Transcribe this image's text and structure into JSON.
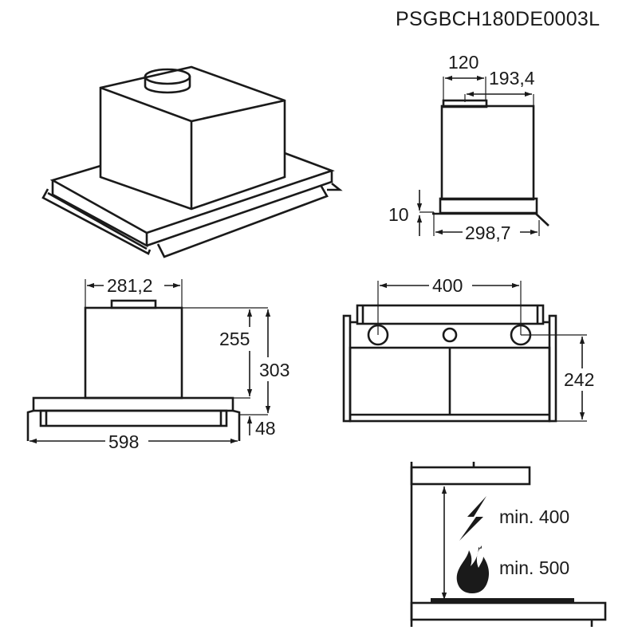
{
  "header": {
    "model_code": "PSGBCH180DE0003L"
  },
  "views": {
    "isometric": {
      "label": "isometric-view"
    },
    "side": {
      "dims": {
        "outlet_width": "120",
        "outlet_offset": "193,4",
        "lip": "10",
        "depth": "298,7"
      }
    },
    "front": {
      "dims": {
        "body_width": "281,2",
        "body_height": "255",
        "total_height": "303",
        "panel_height": "48",
        "total_width": "598"
      }
    },
    "top": {
      "dims": {
        "bracket_spacing": "400",
        "depth": "242"
      }
    },
    "clearance": {
      "electric": "min. 400",
      "gas": "min. 500",
      "electric_icon": "lightning-icon",
      "gas_icon": "flame-icon"
    }
  },
  "colors": {
    "line": "#1a1a1a",
    "background": "#ffffff"
  }
}
